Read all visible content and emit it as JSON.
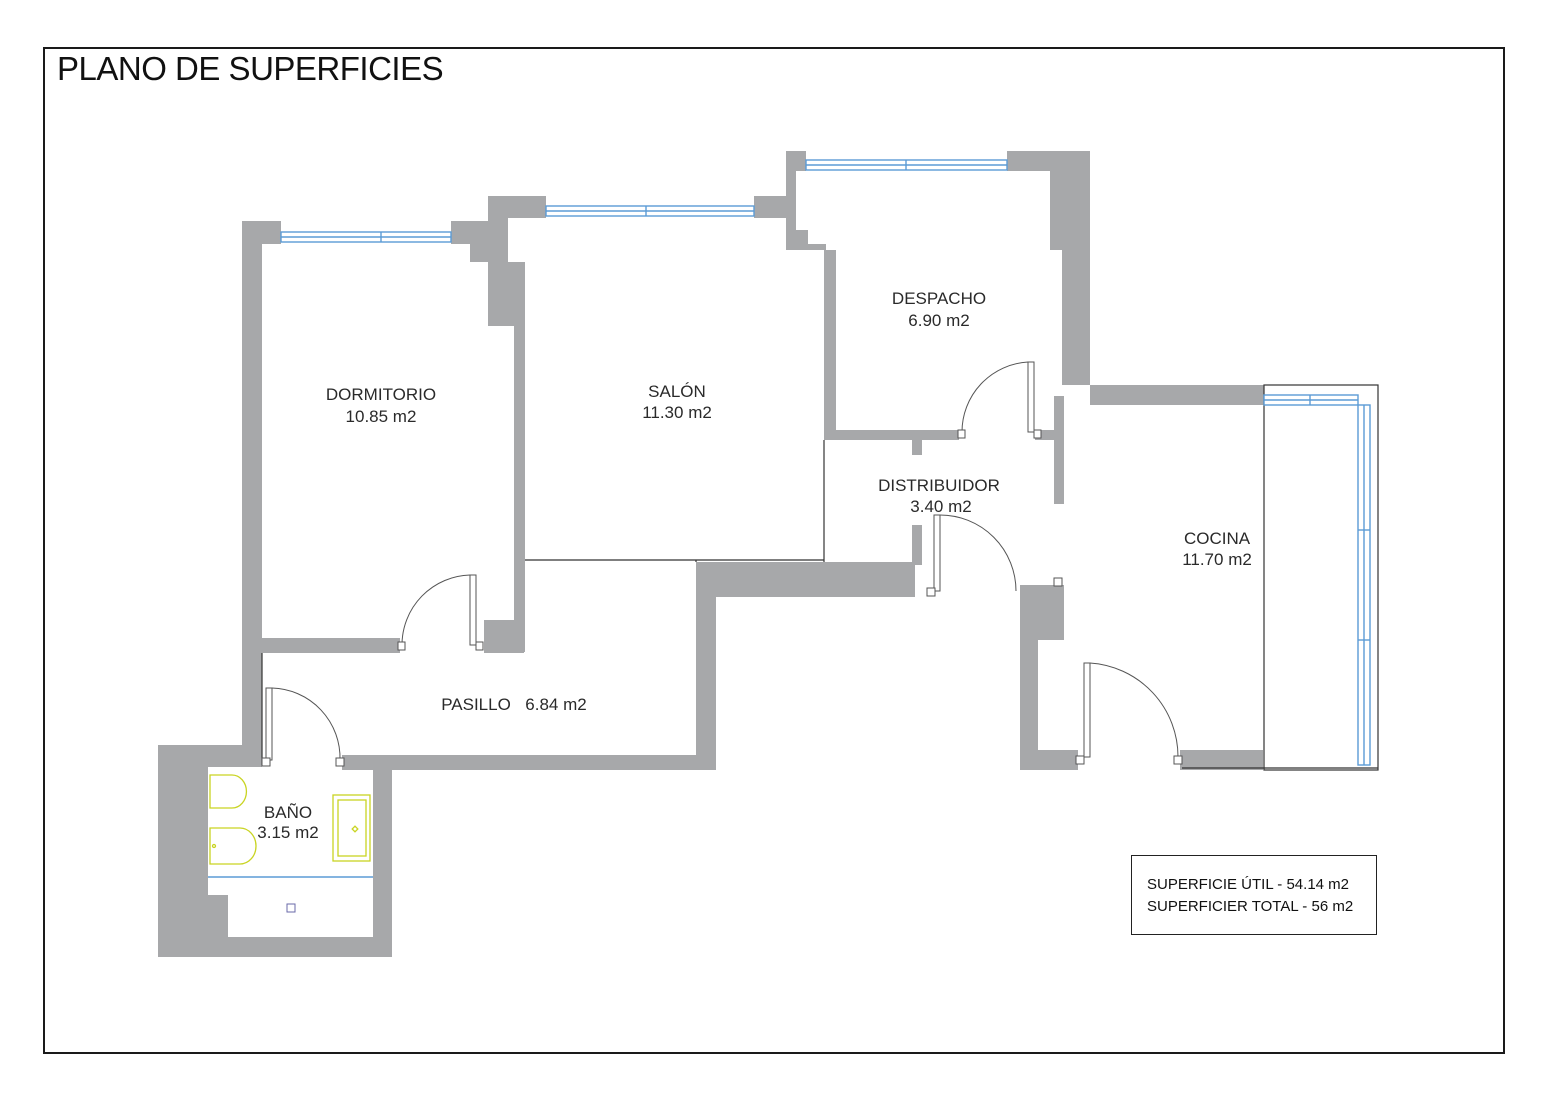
{
  "title": "PLANO DE SUPERFICIES",
  "rooms": {
    "dormitorio": {
      "name": "DORMITORIO",
      "area": "10.85 m2"
    },
    "salon": {
      "name": "SALÓN",
      "area": "11.30 m2"
    },
    "despacho": {
      "name": "DESPACHO",
      "area": "6.90 m2"
    },
    "distribuidor": {
      "name": "DISTRIBUIDOR",
      "area": "3.40 m2"
    },
    "cocina": {
      "name": "COCINA",
      "area": "11.70 m2"
    },
    "pasillo": {
      "name": "PASILLO",
      "area": "6.84 m2"
    },
    "bano": {
      "name": "BAÑO",
      "area": "3.15 m2"
    }
  },
  "summary": {
    "useful": "SUPERFICIE  ÚTIL - 54.14 m2",
    "total": "SUPERFICIER TOTAL - 56 m2"
  },
  "colors": {
    "wall": "#a7a8aa",
    "window": "#5b9bd5",
    "fixture": "#c9d422",
    "line": "#333333"
  }
}
